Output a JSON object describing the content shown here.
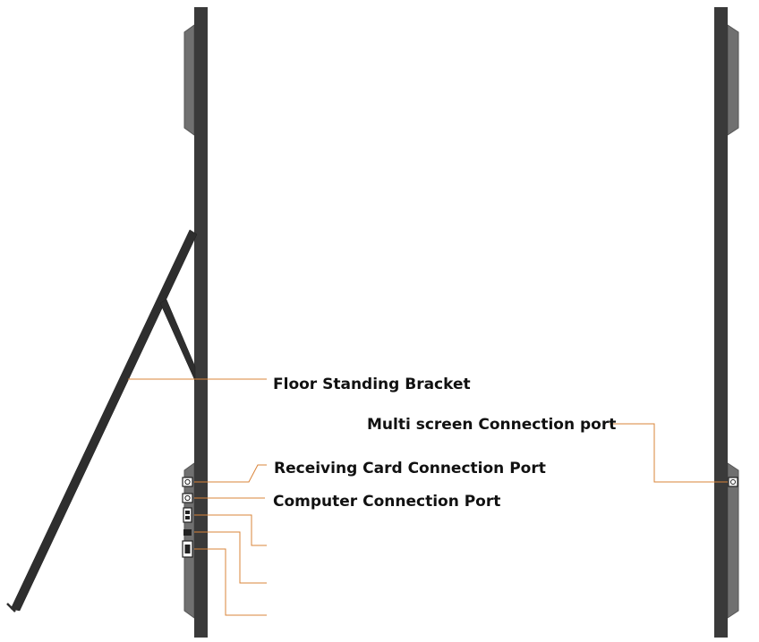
{
  "colors": {
    "frame": "#3a3a3a",
    "housing": "#707070",
    "housing_edge": "#555555",
    "bracket": "#2e2e2e",
    "leader": "#d9843a",
    "port": "#222222"
  },
  "labels": {
    "floor_bracket": "Floor Standing Bracket",
    "multi_screen_port": "Multi screen Connection port",
    "receiving_card_port": "Receiving Card Connection Port",
    "computer_port": "Computer Connection Port"
  }
}
